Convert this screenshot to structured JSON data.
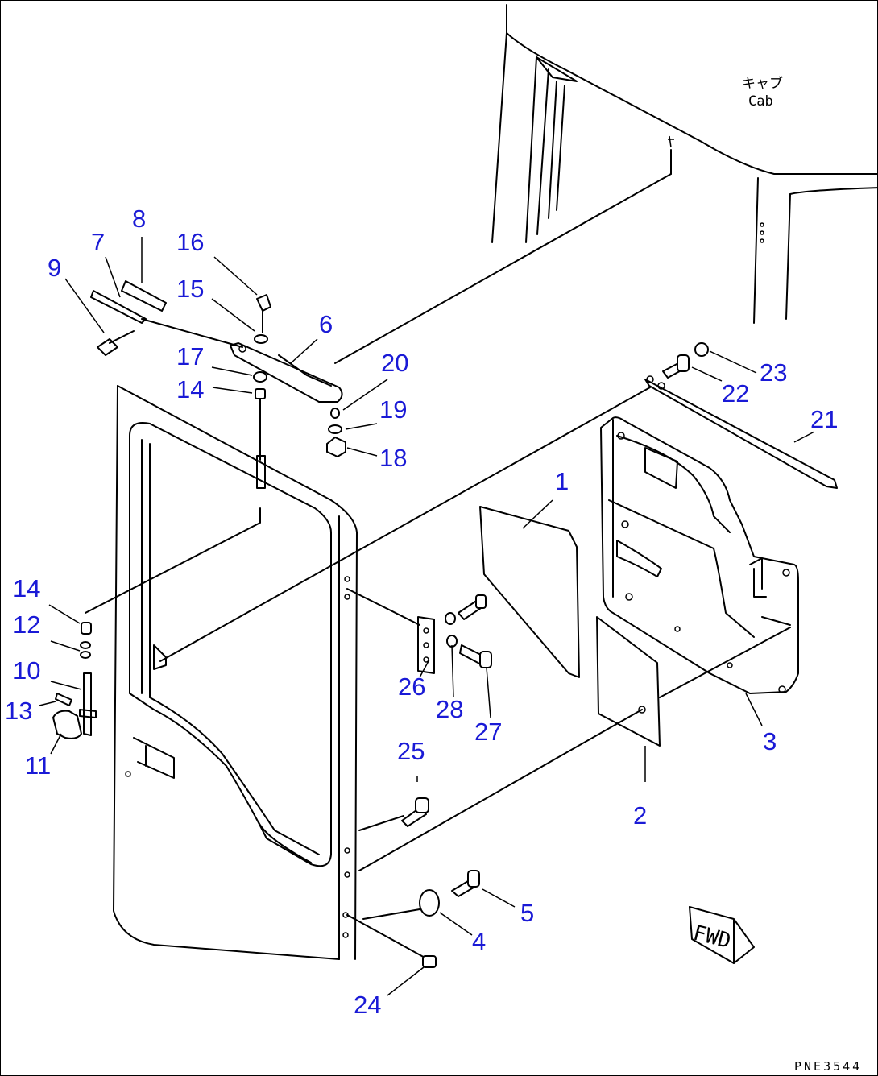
{
  "diagram": {
    "cab_label_jp": "キャブ",
    "cab_label_en": "Cab",
    "direction_label": "FWD",
    "drawing_code": "PNE3544",
    "callouts": [
      {
        "id": "c1",
        "text": "1"
      },
      {
        "id": "c2",
        "text": "2"
      },
      {
        "id": "c3",
        "text": "3"
      },
      {
        "id": "c4",
        "text": "4"
      },
      {
        "id": "c5",
        "text": "5"
      },
      {
        "id": "c6",
        "text": "6"
      },
      {
        "id": "c7",
        "text": "7"
      },
      {
        "id": "c8",
        "text": "8"
      },
      {
        "id": "c9",
        "text": "9"
      },
      {
        "id": "c10",
        "text": "10"
      },
      {
        "id": "c11",
        "text": "11"
      },
      {
        "id": "c12",
        "text": "12"
      },
      {
        "id": "c13",
        "text": "13"
      },
      {
        "id": "c14a",
        "text": "14"
      },
      {
        "id": "c14b",
        "text": "14"
      },
      {
        "id": "c15",
        "text": "15"
      },
      {
        "id": "c16",
        "text": "16"
      },
      {
        "id": "c17",
        "text": "17"
      },
      {
        "id": "c18",
        "text": "18"
      },
      {
        "id": "c19",
        "text": "19"
      },
      {
        "id": "c20",
        "text": "20"
      },
      {
        "id": "c21",
        "text": "21"
      },
      {
        "id": "c22",
        "text": "22"
      },
      {
        "id": "c23",
        "text": "23"
      },
      {
        "id": "c24",
        "text": "24"
      },
      {
        "id": "c25",
        "text": "25"
      },
      {
        "id": "c26",
        "text": "26"
      },
      {
        "id": "c27",
        "text": "27"
      },
      {
        "id": "c28",
        "text": "28"
      }
    ],
    "colors": {
      "callout": "#1a1ad6",
      "line": "#000000",
      "background": "#ffffff"
    }
  }
}
